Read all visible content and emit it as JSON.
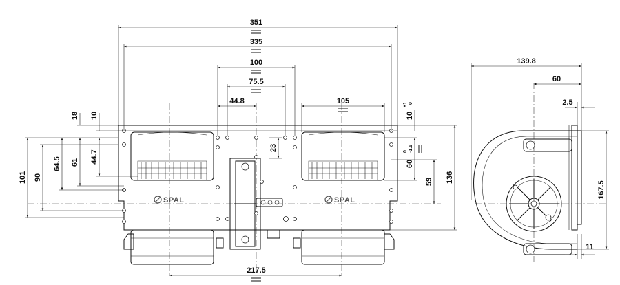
{
  "brand": {
    "logo_text": "SPAL"
  },
  "front_view": {
    "top_dimensions": [
      "351",
      "335",
      "100",
      "75.5",
      "44.8",
      "105"
    ],
    "bottom_dimension": "217.5",
    "left_dimensions": [
      "101",
      "90",
      "64.5",
      "61",
      "44.7",
      "18",
      "10",
      "23"
    ],
    "right_dimensions": {
      "d10": "10",
      "d10_tol_plus": "+1",
      "d10_tol_minus": "0",
      "d60": "60",
      "d60_tol_plus": "0",
      "d60_tol_minus": "-1.5",
      "d59": "59",
      "d136": "136"
    }
  },
  "side_view": {
    "dimensions": [
      "139.8",
      "60",
      "2.5",
      "167.5",
      "11"
    ]
  }
}
